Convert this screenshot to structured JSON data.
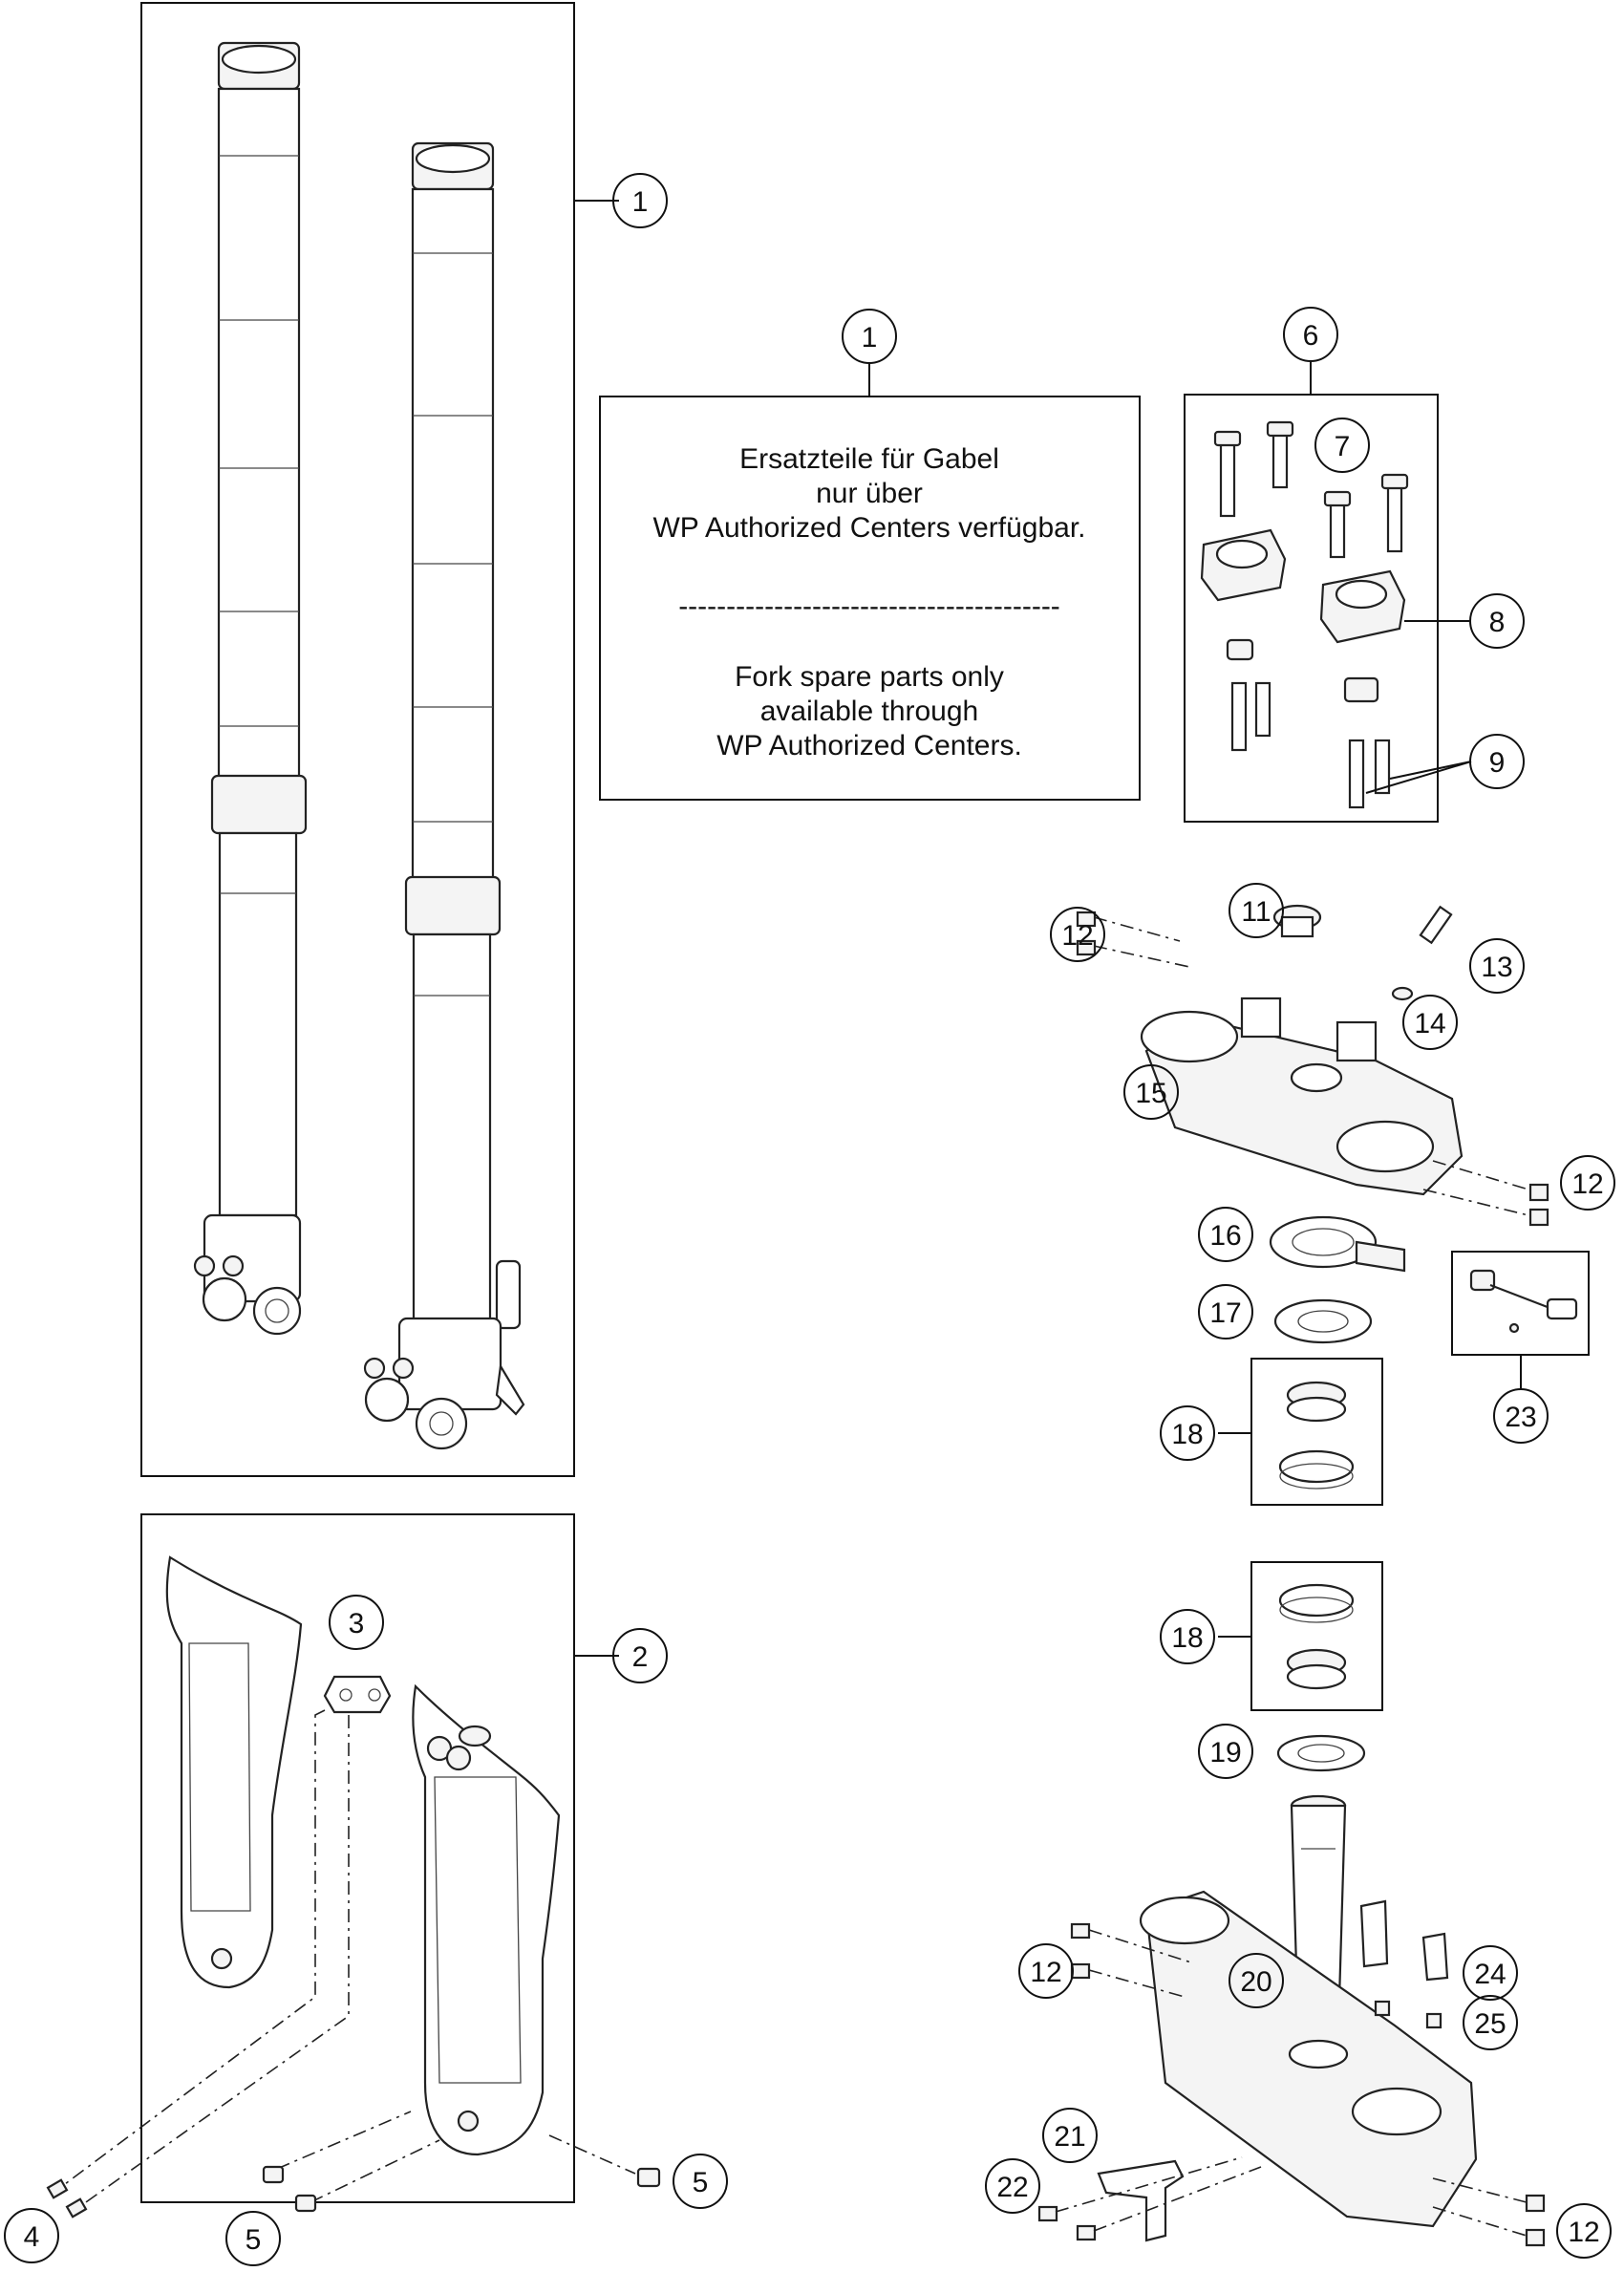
{
  "callouts": {
    "c1a": "1",
    "c1b": "1",
    "c2": "2",
    "c3": "3",
    "c4": "4",
    "c5a": "5",
    "c5b": "5",
    "c6": "6",
    "c7": "7",
    "c8": "8",
    "c9": "9",
    "c11": "11",
    "c12a": "12",
    "c12b": "12",
    "c12c": "12",
    "c12d": "12",
    "c13": "13",
    "c14": "14",
    "c15": "15",
    "c16": "16",
    "c17": "17",
    "c18a": "18",
    "c18b": "18",
    "c19": "19",
    "c20": "20",
    "c21": "21",
    "c22": "22",
    "c23": "23",
    "c24": "24",
    "c25": "25"
  },
  "note": {
    "line1": "Ersatzteile für Gabel",
    "line2": "nur über",
    "line3": "WP Authorized Centers verfügbar.",
    "separator": "----------------------------------------",
    "line4": "Fork spare parts only",
    "line5": "available through",
    "line6": "WP Authorized Centers.",
    "bg_color": "#d9d9d9"
  }
}
